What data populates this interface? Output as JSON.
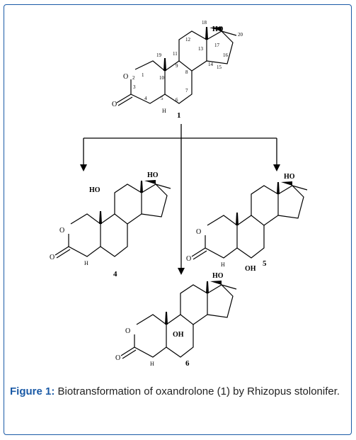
{
  "caption": {
    "label": "Figure 1:",
    "text": "Biotransformation of oxandrolone (1) by Rhizopus stolonifer."
  },
  "compounds": {
    "substrate": {
      "number": "1",
      "atoms": {
        "O2": "O",
        "O": "O",
        "HO": "HO"
      },
      "locants": [
        "1",
        "2",
        "3",
        "4",
        "5",
        "6",
        "7",
        "8",
        "9",
        "10",
        "11",
        "12",
        "13",
        "14",
        "15",
        "16",
        "17",
        "18",
        "19",
        "20"
      ]
    },
    "product_4": {
      "number": "4",
      "substituent": "HO",
      "hydroxyl": "HO",
      "ring_O": "O",
      "carbonyl_O": "O"
    },
    "product_5": {
      "number": "5",
      "substituent": "OH",
      "hydroxyl": "HO",
      "ring_O": "O",
      "carbonyl_O": "O"
    },
    "product_6": {
      "number": "6",
      "substituent": "OH",
      "hydroxyl": "HO",
      "ring_O": "O",
      "carbonyl_O": "O"
    },
    "h_label": "H"
  },
  "colors": {
    "frame": "#1a5aa6",
    "caption_label": "#1a5aa6",
    "ink": "#000000"
  }
}
